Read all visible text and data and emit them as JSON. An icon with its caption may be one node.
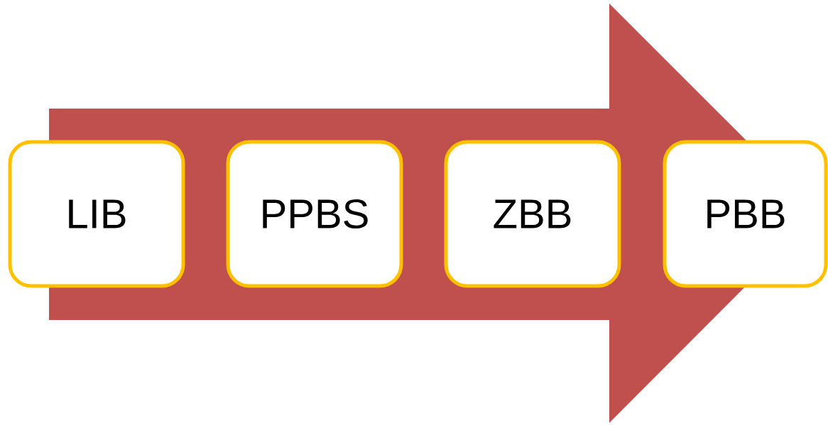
{
  "diagram": {
    "nodes": [
      {
        "text": [
          "LIB"
        ]
      },
      {
        "text": [
          "PPBS"
        ]
      },
      {
        "text": [
          "ZBB"
        ]
      },
      {
        "text": [
          "PBB"
        ]
      }
    ],
    "edges": [
      {
        "from": 0,
        "to": 3,
        "arrow": "to"
      }
    ]
  }
}
